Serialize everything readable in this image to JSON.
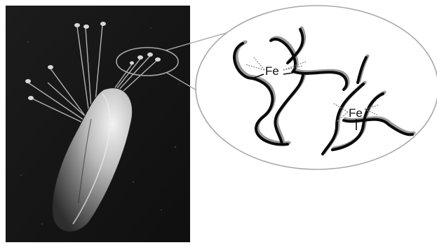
{
  "photo": {
    "subject": "mussel-with-byssus-threads",
    "palette": "grayscale"
  },
  "zoom_inset": {
    "shape": "ellipse",
    "labels": [
      {
        "text": "Fe"
      },
      {
        "text": "Fe"
      }
    ]
  },
  "colors": {
    "photo_background": "#161616",
    "chain_primary": "#0a0a0a",
    "chain_shadow": "#9a9a9a",
    "ellipse_stroke": "#a8a8a8",
    "coordination_bond": "#8a8a8a"
  }
}
